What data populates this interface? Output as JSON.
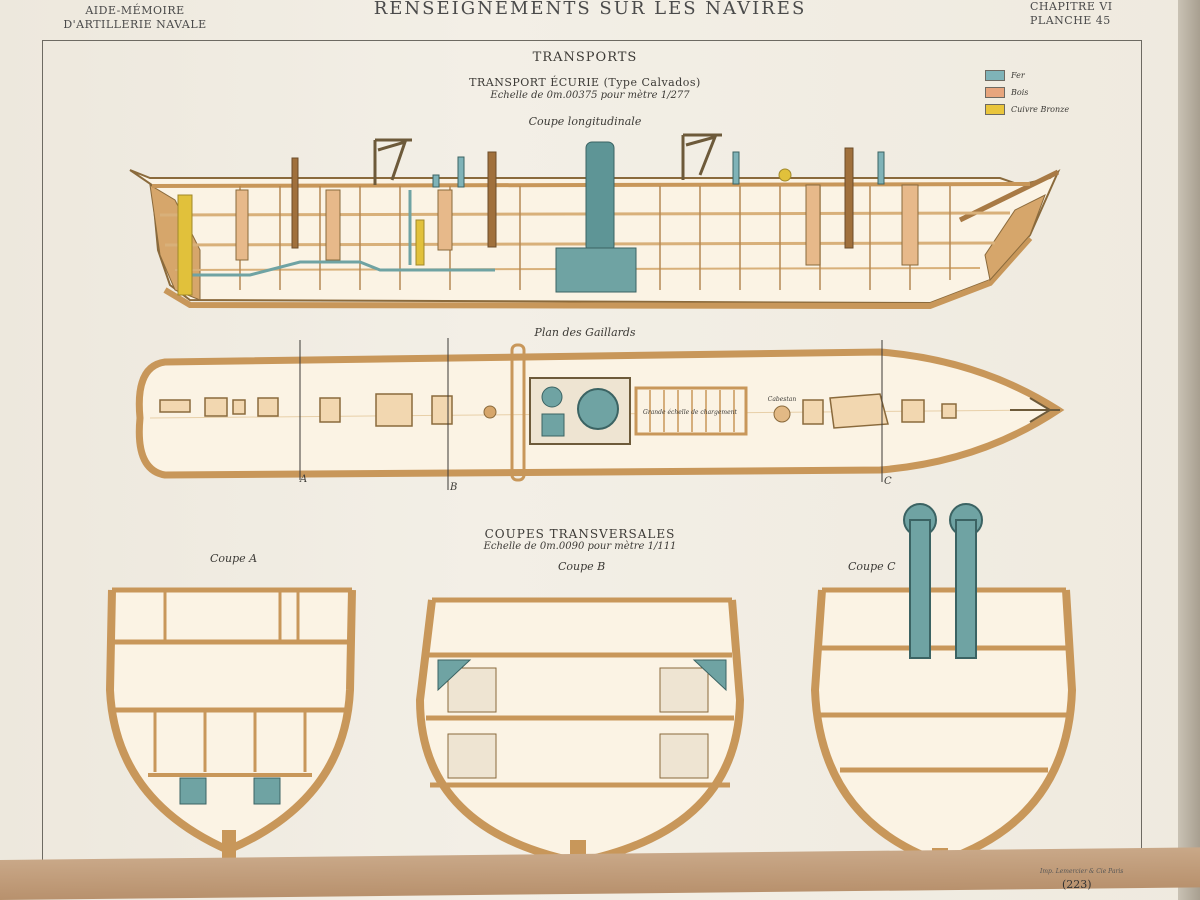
{
  "header": {
    "left_line1": "AIDE-MÉMOIRE",
    "left_line2": "D'ARTILLERIE NAVALE",
    "title": "RENSEIGNEMENTS SUR LES NAVIRES",
    "chapter": "CHAPITRE VI",
    "plate": "PLANCHE 45"
  },
  "section_title": "TRANSPORTS",
  "subtitle": "TRANSPORT ÉCURIE (Type Calvados)",
  "scale_longitudinal": "Echelle de 0m.00375 pour mètre 1/277",
  "view_longitudinal": "Coupe longitudinale",
  "view_plan": "Plan des Gaillards",
  "plan_labels": {
    "cabestan": "Cabestan",
    "grand_echelle": "Grande échelle de chargement",
    "mark_a": "A",
    "mark_b": "B",
    "mark_c": "C"
  },
  "legend": [
    {
      "label": "Fer",
      "color": "#7fb3b8"
    },
    {
      "label": "Bois",
      "color": "#e7a57d"
    },
    {
      "label": "Cuivre Bronze",
      "color": "#e9c53c"
    }
  ],
  "cross_sections_title": "COUPES TRANSVERSALES",
  "scale_cross": "Echelle de 0m.0090 pour mètre 1/111",
  "cross_sections": [
    {
      "label": "Coupe A"
    },
    {
      "label": "Coupe B"
    },
    {
      "label": "Coupe C"
    }
  ],
  "colors": {
    "wood": "#c8975a",
    "wood_light": "#e2b985",
    "iron": "#6fa3a3",
    "bronze": "#e1c13b",
    "ink": "#5a4a32"
  },
  "footer": {
    "printer": "Imp. Lemercier & Cie Paris",
    "page_number": "(223)"
  }
}
